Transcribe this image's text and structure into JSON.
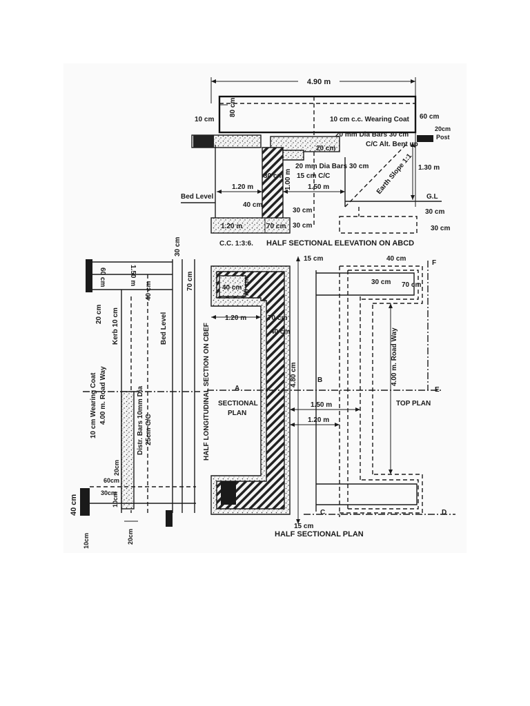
{
  "elevation": {
    "overall_width": "4.90 m",
    "left_10cm": "10 cm",
    "h80": "80 cm",
    "wearing_coat": "10 cm c.c. Wearing Coat",
    "h60": "60 cm",
    "h20": "20cm",
    "post": "Post",
    "bars_20mm_30": "20 mm Dia Bars 30 cm",
    "cc_alt": "C/C Alt. Bent up",
    "w20": "20 cm",
    "bars_20mm_15a": "20 mm Dia Bars",
    "bars_20mm_15b": "15 cm C/C",
    "w30a": "30 cm",
    "h100": "1.00 m",
    "w30b": "30 cm",
    "earth_slope": "Earth Slope 1:1",
    "h130": "1.30 m",
    "bed_level": "Bed Level",
    "w120": "1.20 m",
    "w150": "1.50 m",
    "gl": "G.L",
    "w40": "40 cm",
    "h30a": "30 cm",
    "h30b": "30 cm",
    "h30c": "30 cm",
    "h30d": "30 cm",
    "foot120": "1.20 m",
    "foot70": "70 cm",
    "cc_mix": "C.C. 1:3:6.",
    "title": "HALF SECTIONAL ELEVATION ON ABCD"
  },
  "longitudinal": {
    "title": "HALF LONGITUDINAL SECTION ON CBEF",
    "dim_60": "60 cm",
    "dim_150": "1.50 m",
    "dim_30": "30 cm",
    "dim_40": "40 cm",
    "dim_70": "70 cm",
    "dim_20": "20 cm",
    "kerb": "Kerb 10 cm",
    "bed_level": "Bed Level",
    "wearing_coat": "10 cm Wearing Coat",
    "road_way": "4.00 m. Road Way",
    "distr_a": "Distr. Bars 10mm Dia",
    "distr_b": "25cm C/C",
    "b20": "20cm",
    "b60": "60cm",
    "b30": "30cm",
    "b10": "10cm",
    "b40": "40 cm",
    "b10b": "10cm",
    "b20b": "20cm"
  },
  "plan": {
    "title": "HALF SECTIONAL PLAN",
    "top_15": "15 cm",
    "bot_15": "15 cm",
    "p40": "40 cm",
    "p70": "70 cm",
    "p120": "1.20 m",
    "p70b": "70 cm",
    "p40b": "40 cm",
    "p480": "4.80 cm",
    "sectional_plan_a": "SECTIONAL",
    "sectional_plan_b": "PLAN",
    "A": "A",
    "B": "B",
    "C": "C",
    "D": "D",
    "E": "E",
    "F": "F",
    "p150": "1.50 m",
    "p120b": "1.20 m",
    "top_plan": "TOP  PLAN",
    "road_way": "4.00 m. Road Way",
    "t40": "40 cm",
    "t30": "30 cm",
    "t70": "70 cm"
  }
}
